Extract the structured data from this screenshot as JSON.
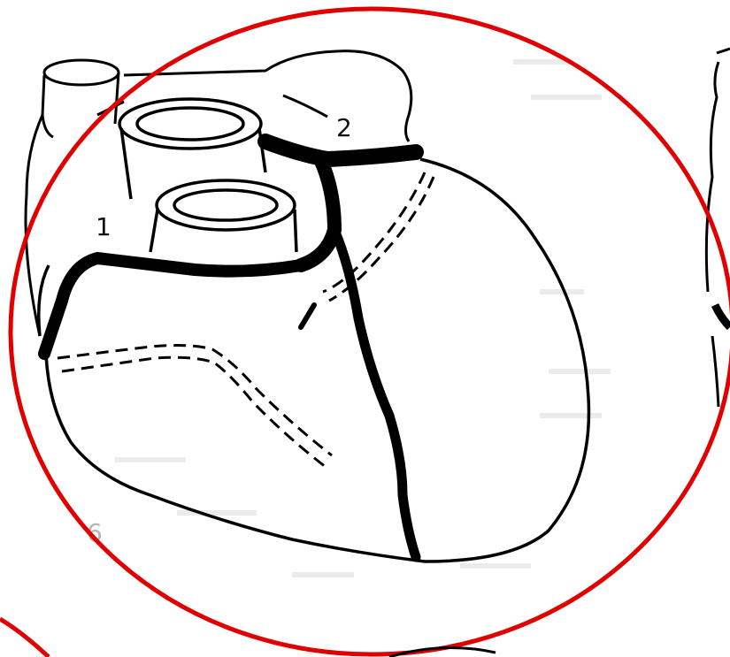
{
  "figure": {
    "labels": {
      "label_1": "1",
      "label_2": "2",
      "label_6": "6"
    },
    "colors": {
      "highlight": "#e00000",
      "line": "#000000",
      "background": "#ffffff"
    }
  }
}
